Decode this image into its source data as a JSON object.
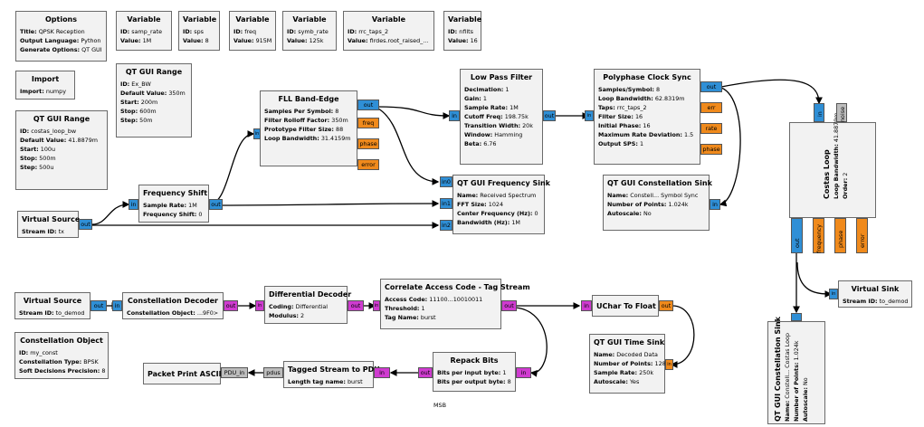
{
  "blocks": {
    "options": {
      "title": "Options",
      "rows": [
        {
          "k": "Title:",
          "v": "QPSK Reception"
        },
        {
          "k": "Output Language:",
          "v": "Python"
        },
        {
          "k": "Generate Options:",
          "v": "QT GUI"
        }
      ]
    },
    "var_samp_rate": {
      "title": "Variable",
      "rows": [
        {
          "k": "ID:",
          "v": "samp_rate"
        },
        {
          "k": "Value:",
          "v": "1M"
        }
      ]
    },
    "var_sps": {
      "title": "Variable",
      "rows": [
        {
          "k": "ID:",
          "v": "sps"
        },
        {
          "k": "Value:",
          "v": "8"
        }
      ]
    },
    "var_freq": {
      "title": "Variable",
      "rows": [
        {
          "k": "ID:",
          "v": "freq"
        },
        {
          "k": "Value:",
          "v": "915M"
        }
      ]
    },
    "var_symb_rate": {
      "title": "Variable",
      "rows": [
        {
          "k": "ID:",
          "v": "symb_rate"
        },
        {
          "k": "Value:",
          "v": "125k"
        }
      ]
    },
    "var_rrc_taps": {
      "title": "Variable",
      "rows": [
        {
          "k": "ID:",
          "v": "rrc_taps_2"
        },
        {
          "k": "Value:",
          "v": "firdes.root_raised_..."
        }
      ]
    },
    "var_nfilts": {
      "title": "Variable",
      "rows": [
        {
          "k": "ID:",
          "v": "nfilts"
        },
        {
          "k": "Value:",
          "v": "16"
        }
      ]
    },
    "import": {
      "title": "Import",
      "rows": [
        {
          "k": "Import:",
          "v": "numpy"
        }
      ]
    },
    "range_exbw": {
      "title": "QT GUI Range",
      "rows": [
        {
          "k": "ID:",
          "v": "Ex_BW"
        },
        {
          "k": "Default Value:",
          "v": "350m"
        },
        {
          "k": "Start:",
          "v": "200m"
        },
        {
          "k": "Stop:",
          "v": "600m"
        },
        {
          "k": "Step:",
          "v": "50m"
        }
      ]
    },
    "range_costas": {
      "title": "QT GUI Range",
      "rows": [
        {
          "k": "ID:",
          "v": "costas_loop_bw"
        },
        {
          "k": "Default Value:",
          "v": "41.8879m"
        },
        {
          "k": "Start:",
          "v": "100u"
        },
        {
          "k": "Stop:",
          "v": "500m"
        },
        {
          "k": "Step:",
          "v": "500u"
        }
      ]
    },
    "fll": {
      "title": "FLL Band-Edge",
      "rows": [
        {
          "k": "Samples Per Symbol:",
          "v": "8"
        },
        {
          "k": "Filter Rolloff Factor:",
          "v": "350m"
        },
        {
          "k": "Prototype Filter Size:",
          "v": "88"
        },
        {
          "k": "Loop Bandwidth:",
          "v": "31.4159m"
        }
      ]
    },
    "lpf": {
      "title": "Low Pass Filter",
      "rows": [
        {
          "k": "Decimation:",
          "v": "1"
        },
        {
          "k": "Gain:",
          "v": "1"
        },
        {
          "k": "Sample Rate:",
          "v": "1M"
        },
        {
          "k": "Cutoff Freq:",
          "v": "198.75k"
        },
        {
          "k": "Transition Width:",
          "v": "20k"
        },
        {
          "k": "Window:",
          "v": "Hamming"
        },
        {
          "k": "Beta:",
          "v": "6.76"
        }
      ]
    },
    "pfb": {
      "title": "Polyphase Clock Sync",
      "rows": [
        {
          "k": "Samples/Symbol:",
          "v": "8"
        },
        {
          "k": "Loop Bandwidth:",
          "v": "62.8319m"
        },
        {
          "k": "Taps:",
          "v": "rrc_taps_2"
        },
        {
          "k": "Filter Size:",
          "v": "16"
        },
        {
          "k": "Initial Phase:",
          "v": "16"
        },
        {
          "k": "Maximum Rate Deviation:",
          "v": "1.5"
        },
        {
          "k": "Output SPS:",
          "v": "1"
        }
      ]
    },
    "freq_shift": {
      "title": "Frequency Shift",
      "rows": [
        {
          "k": "Sample Rate:",
          "v": "1M"
        },
        {
          "k": "Frequency Shift:",
          "v": "0"
        }
      ]
    },
    "vsrc_tx": {
      "title": "Virtual Source",
      "rows": [
        {
          "k": "Stream ID:",
          "v": "tx"
        }
      ]
    },
    "freq_sink": {
      "title": "QT GUI Frequency Sink",
      "rows": [
        {
          "k": "Name:",
          "v": "Received Spectrum"
        },
        {
          "k": "FFT Size:",
          "v": "1024"
        },
        {
          "k": "Center Frequency (Hz):",
          "v": "0"
        },
        {
          "k": "Bandwidth (Hz):",
          "v": "1M"
        }
      ]
    },
    "const_sink1": {
      "title": "QT GUI Constellation Sink",
      "rows": [
        {
          "k": "Name:",
          "v": "Constell... Symbol Sync"
        },
        {
          "k": "Number of Points:",
          "v": "1.024k"
        },
        {
          "k": "Autoscale:",
          "v": "No"
        }
      ]
    },
    "costas": {
      "title": "Costas Loop",
      "rows": [
        {
          "k": "Loop Bandwidth:",
          "v": "41.8879m"
        },
        {
          "k": "Order:",
          "v": "2"
        }
      ]
    },
    "vsink": {
      "title": "Virtual Sink",
      "rows": [
        {
          "k": "Stream ID:",
          "v": "to_demod"
        }
      ]
    },
    "const_sink2": {
      "title": "QT GUI Constellation Sink",
      "rows": [
        {
          "k": "Name:",
          "v": "Constell... Costas Loop"
        },
        {
          "k": "Number of Points:",
          "v": "1.024k"
        },
        {
          "k": "Autoscale:",
          "v": "No"
        }
      ]
    },
    "vsrc_demod": {
      "title": "Virtual Source",
      "rows": [
        {
          "k": "Stream ID:",
          "v": "to_demod"
        }
      ]
    },
    "const_dec": {
      "title": "Constellation Decoder",
      "rows": [
        {
          "k": "Constellation Object:",
          "v": "...9F0>"
        }
      ]
    },
    "diff_dec": {
      "title": "Differential Decoder",
      "rows": [
        {
          "k": "Coding:",
          "v": "Differential"
        },
        {
          "k": "Modulus:",
          "v": "2"
        }
      ]
    },
    "corr": {
      "title": "Correlate Access Code - Tag Stream",
      "rows": [
        {
          "k": "Access Code:",
          "v": "11100...10010011"
        },
        {
          "k": "Threshold:",
          "v": "1"
        },
        {
          "k": "Tag Name:",
          "v": "burst"
        }
      ]
    },
    "uchar": {
      "title": "UChar To Float",
      "rows": []
    },
    "const_obj": {
      "title": "Constellation Object",
      "rows": [
        {
          "k": "ID:",
          "v": "my_const"
        },
        {
          "k": "Constellation Type:",
          "v": "BPSK"
        },
        {
          "k": "Soft Decisions Precision:",
          "v": "8"
        }
      ]
    },
    "time_sink": {
      "title": "QT GUI Time Sink",
      "rows": [
        {
          "k": "Name:",
          "v": "Decoded Data"
        },
        {
          "k": "Number of Points:",
          "v": "128"
        },
        {
          "k": "Sample Rate:",
          "v": "250k"
        },
        {
          "k": "Autoscale:",
          "v": "Yes"
        }
      ]
    },
    "repack": {
      "title": "Repack Bits",
      "rows": [
        {
          "k": "Bits per input byte:",
          "v": "1"
        },
        {
          "k": "Bits per output byte:",
          "v": "8"
        }
      ]
    },
    "ts2pdu": {
      "title": "Tagged Stream to PDU",
      "rows": [
        {
          "k": "Length tag name:",
          "v": "burst"
        }
      ]
    },
    "pdu_print": {
      "title": "Packet Print ASCII",
      "rows": []
    }
  },
  "ports": {
    "in": "in",
    "out": "out",
    "freq": "freq",
    "phase": "phase",
    "error": "error",
    "err": "err",
    "rate": "rate",
    "noise": "noise",
    "frequency": "frequency",
    "in0": "in0",
    "in1": "in1",
    "in2": "in2",
    "pdus": "pdus",
    "pdu_in": "PDU_in"
  },
  "notes": {
    "msb": "MSB"
  },
  "colors": {
    "complex": "#2f8fd6",
    "float": "#f08a1c",
    "byte": "#cf3bd0",
    "message": "#bdbdbd",
    "block_bg": "#f2f2f2"
  }
}
